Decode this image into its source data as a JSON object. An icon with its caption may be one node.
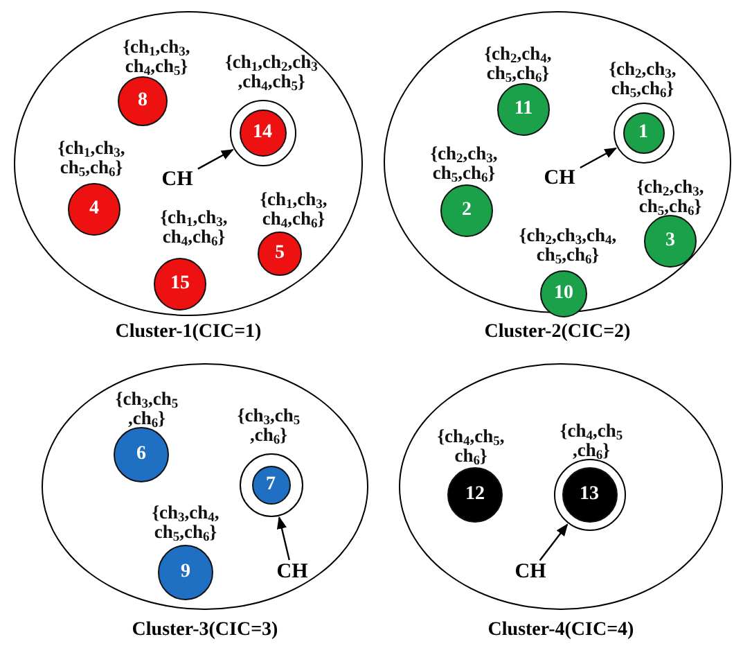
{
  "diagram": {
    "nodes": [
      {
        "text": [
          "Cluster-1(CIC=1)"
        ]
      },
      {
        "text": [
          "8"
        ],
        "in": 0,
        "beside": [
          "{ch$_{1}$,ch$_{3}$, ch$_{4}$,ch$_{5}$}"
        ]
      },
      {
        "text": [
          "14"
        ],
        "in": 0,
        "beside": [
          "{ch$_{1}$,ch$_{2}$,ch$_{3}$ ,ch$_{4}$,ch$_{5}$}"
        ]
      },
      {
        "text": [
          "4"
        ],
        "in": 0,
        "beside": [
          "{ch$_{1}$,ch$_{3}$, ch$_{5}$,ch$_{6}$}"
        ]
      },
      {
        "text": [
          "CH"
        ],
        "in": 0
      },
      {
        "text": [
          "5"
        ],
        "in": 0,
        "beside": [
          "{ch$_{1}$,ch$_{3}$, ch$_{4}$,ch$_{6}$}"
        ]
      },
      {
        "text": [
          "15"
        ],
        "in": 0,
        "beside": [
          "{ch$_{1}$,ch$_{3}$, ch$_{4}$,ch$_{6}$}"
        ]
      },
      {
        "text": [
          "Cluster-2(CIC=2)"
        ]
      },
      {
        "text": [
          "11"
        ],
        "in": 7,
        "beside": [
          "{ch$_{2}$,ch$_{4}$, ch$_{5}$,ch$_{6}$}"
        ]
      },
      {
        "text": [
          "1"
        ],
        "in": 7,
        "beside": [
          "{ch$_{2}$,ch$_{3}$, ch$_{5}$,ch$_{6}$}"
        ]
      },
      {
        "text": [
          "2"
        ],
        "in": 7,
        "beside": [
          "{ch$_{2}$,ch$_{3}$, ch$_{5}$,ch$_{6}$}"
        ]
      },
      {
        "text": [
          "CH"
        ],
        "in": 7
      },
      {
        "text": [
          "3"
        ],
        "in": 7,
        "beside": [
          "{ch$_{2}$,ch$_{3}$, ch$_{5}$,ch$_{6}$}"
        ]
      },
      {
        "text": [
          "10"
        ],
        "in": 7,
        "beside": [
          "{ch$_{2}$,ch$_{3}$,ch$_{4}$, ch$_{5}$,ch$_{6}$}"
        ]
      },
      {
        "text": [
          "Cluster-3(CIC=3)"
        ]
      },
      {
        "text": [
          "6"
        ],
        "in": 14,
        "beside": [
          "{ch$_{3}$,ch$_{5}$ ,ch$_{6}$}"
        ]
      },
      {
        "text": [
          "7"
        ],
        "in": 14,
        "beside": [
          "{ch$_{3}$,ch$_{5}$ ,ch$_{6}$}"
        ]
      },
      {
        "text": [
          "9"
        ],
        "in": 14,
        "beside": [
          "{ch$_{3}$,ch$_{4}$, ch$_{5}$,ch$_{6}$}"
        ]
      },
      {
        "text": [
          "CH"
        ],
        "in": 14
      },
      {
        "text": [
          "Cluster-4(CIC=4)"
        ]
      },
      {
        "text": [
          "12"
        ],
        "in": 19,
        "beside": [
          "{ch$_{4}$,ch$_{5}$, ch$_{6}$}"
        ]
      },
      {
        "text": [
          "13"
        ],
        "in": 19,
        "beside": [
          "{ch$_{4}$,ch$_{5}$ ,ch$_{6}$}"
        ]
      },
      {
        "text": [
          "CH"
        ],
        "in": 19
      }
    ],
    "edges": [
      {
        "from": 4,
        "to": 2,
        "arrow": "to"
      },
      {
        "from": 11,
        "to": 9,
        "arrow": "to"
      },
      {
        "from": 18,
        "to": 16,
        "arrow": "to"
      },
      {
        "from": 22,
        "to": 21,
        "arrow": "to"
      }
    ]
  }
}
